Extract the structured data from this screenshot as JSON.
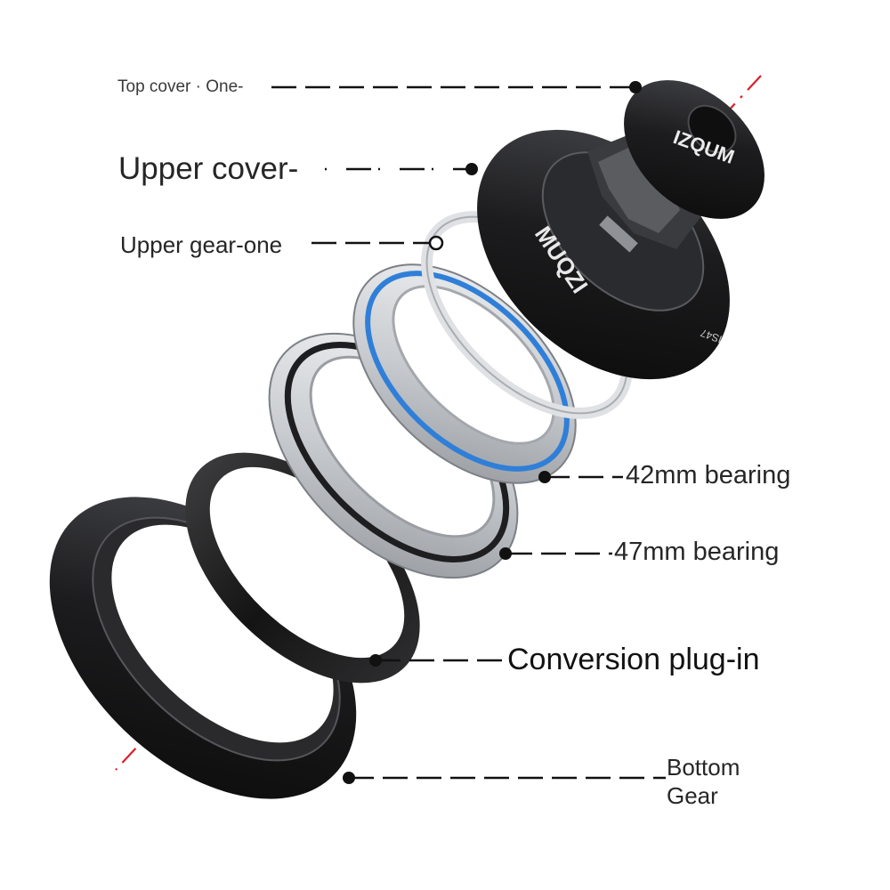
{
  "labels": {
    "top_cover": "Top cover · One-",
    "upper_cover": "Upper cover-",
    "upper_gear": "Upper gear-one",
    "bearing_42": "42mm bearing",
    "bearing_47": "47mm bearing",
    "conversion": "Conversion plug-in",
    "bottom_line1": "Bottom",
    "bottom_line2": "Gear"
  },
  "brand": {
    "logo_text": "MUQZI",
    "cover_mark": "IZQUM",
    "model_text": "IS47"
  },
  "colors": {
    "axis": "#d8202a",
    "leader": "#111111",
    "anodized": "#1c1c1e",
    "bearing_seal": "#2f7fd8",
    "steel": "#d4d6da"
  },
  "icons": [
    "leader-dot"
  ]
}
